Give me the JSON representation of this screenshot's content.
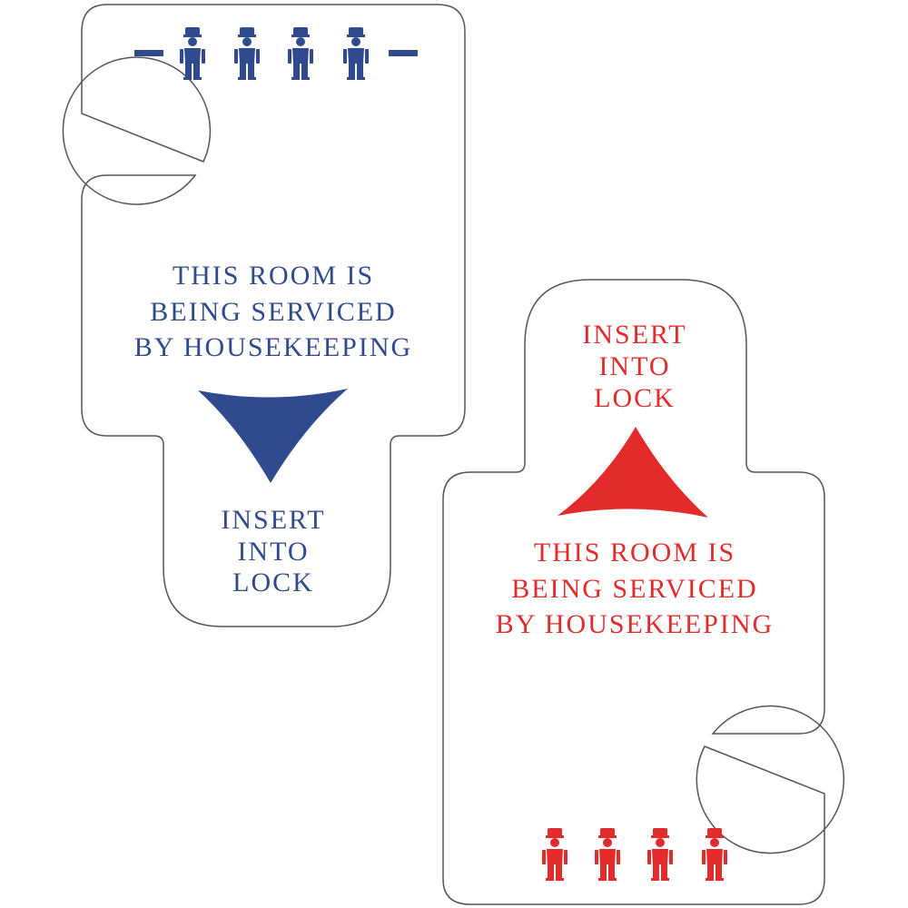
{
  "colors": {
    "blue": "#2f4a8f",
    "red": "#e32b2b",
    "outline": "#555555",
    "background": "#ffffff"
  },
  "blue_tag": {
    "icons": [
      "soldier-icon",
      "soldier-icon",
      "soldier-icon",
      "soldier-icon"
    ],
    "message_lines": [
      "THIS ROOM IS",
      "BEING SERVICED",
      "BY HOUSEKEEPING"
    ],
    "arrow": "arrow-down-icon",
    "insert_lines": [
      "INSERT",
      "INTO",
      "LOCK"
    ]
  },
  "red_tag": {
    "insert_lines": [
      "INSERT",
      "INTO",
      "LOCK"
    ],
    "arrow": "arrow-up-icon",
    "message_lines": [
      "THIS ROOM IS",
      "BEING SERVICED",
      "BY HOUSEKEEPING"
    ],
    "icons": [
      "soldier-icon",
      "soldier-icon",
      "soldier-icon",
      "soldier-icon"
    ]
  }
}
